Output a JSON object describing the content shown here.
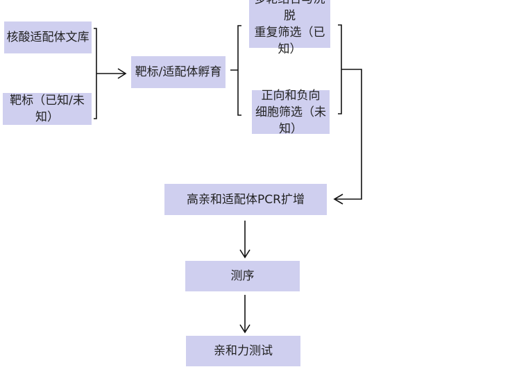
{
  "nodes": {
    "library": "核酸适配体文库",
    "target": "靶标（已知/未知）",
    "incubation": "靶标/适配体孵育",
    "multi_round": [
      "多轮结合与洗脱",
      "重复筛选（已知）"
    ],
    "cell_screen": [
      "正向和负向",
      "细胞筛选（未知）"
    ],
    "pcr": "高亲和适配体PCR扩增",
    "sequencing": "测序",
    "affinity": "亲和力测试"
  },
  "colors": {
    "box": "#CFCFEF",
    "line": "#111111"
  }
}
